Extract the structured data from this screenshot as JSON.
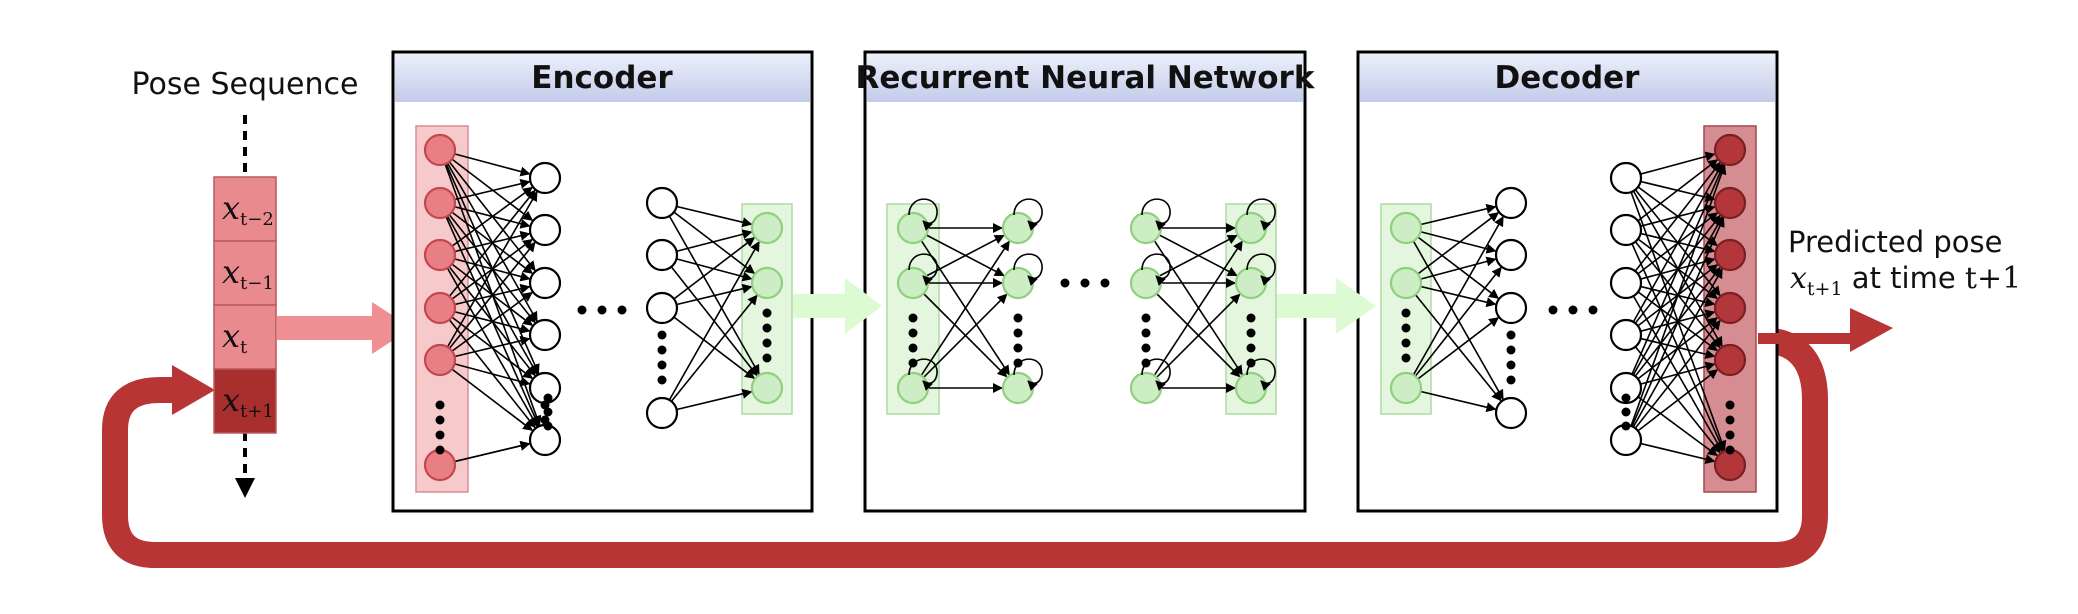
{
  "input": {
    "label": "Pose Sequence",
    "frames": [
      {
        "var": "x",
        "sub": "t−2",
        "highlight": false
      },
      {
        "var": "x",
        "sub": "t−1",
        "highlight": false
      },
      {
        "var": "x",
        "sub": "t",
        "highlight": false
      },
      {
        "var": "x",
        "sub": "t+1",
        "highlight": true
      }
    ]
  },
  "panels": [
    {
      "title": "Encoder"
    },
    {
      "title": "Recurrent Neural Network"
    },
    {
      "title": "Decoder"
    }
  ],
  "output": {
    "line1": "Predicted pose",
    "var": "x",
    "sub": "t+1",
    "mid": " at time ",
    "time": "t+1"
  },
  "colors": {
    "input_node": "#e77f85",
    "input_node_stroke": "#c4474f",
    "input_col_fill": "#f6c9cb",
    "frame_fill": "#e98a8f",
    "frame_highlight": "#a92e2e",
    "arrow_pink": "#ef8f94",
    "rnn_node": "#cdeec4",
    "rnn_node_stroke": "#8fcf7f",
    "rnn_col_fill": "#e5f6df",
    "arrow_green": "#dcfbd3",
    "output_node": "#b3363b",
    "output_col_fill": "#d58d92",
    "feedback": "#b83535",
    "header_top": "#e9edf8",
    "header_bottom": "#c4cceb"
  }
}
